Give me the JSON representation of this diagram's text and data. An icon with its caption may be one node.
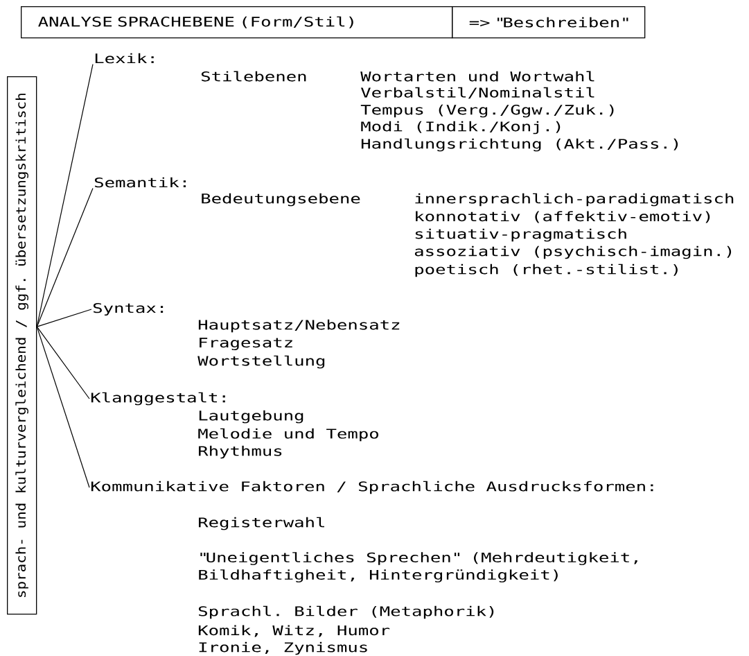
{
  "diagram": {
    "nodes": [
      {
        "text": [
          "ANALYSE SPRACHEBENE (Form/Stil)"
        ]
      },
      {
        "text": [
          "=> \"Beschreiben\""
        ]
      },
      {
        "text": [
          "sprach- und kulturvergleichend / ggf. übersetzungskritisch"
        ]
      },
      {
        "text": [
          "Lexik:"
        ]
      },
      {
        "text": [
          "Semantik:"
        ]
      },
      {
        "text": [
          "Syntax:"
        ]
      },
      {
        "text": [
          "Klanggestalt:"
        ]
      },
      {
        "text": [
          "Kommunikative Faktoren / Sprachliche Ausdrucksformen:"
        ]
      }
    ],
    "edges": [
      {
        "from": 2,
        "to": 3,
        "arrow": "none"
      },
      {
        "from": 2,
        "to": 4,
        "arrow": "none"
      },
      {
        "from": 2,
        "to": 5,
        "arrow": "none"
      },
      {
        "from": 2,
        "to": 6,
        "arrow": "none"
      },
      {
        "from": 2,
        "to": 7,
        "arrow": "none"
      }
    ],
    "labels": [
      "Stilebenen",
      "Wortarten und Wortwahl",
      "Verbalstil/Nominalstil",
      "Tempus (Verg./Ggw./Zuk.)",
      "Modi (Indik./Konj.)",
      "Handlungsrichtung (Akt./Pass.)",
      "Bedeutungsebene",
      "innersprachlich-paradigmatisch",
      "konnotativ (affektiv-emotiv)",
      "situativ-pragmatisch",
      "assoziativ (psychisch-imagin.)",
      "poetisch (rhet.-stilist.)",
      "Hauptsatz/Nebensatz",
      "Fragesatz",
      "Wortstellung",
      "Lautgebung",
      "Melodie und Tempo",
      "Rhythmus",
      "Registerwahl",
      "\"Uneigentliches Sprechen\" (Mehrdeutigkeit, Bildhaftigheit, Hintergründigkeit)",
      "Sprachl. Bilder (Metaphorik)",
      "Komik, Witz, Humor",
      "Ironie, Zynismus"
    ]
  }
}
